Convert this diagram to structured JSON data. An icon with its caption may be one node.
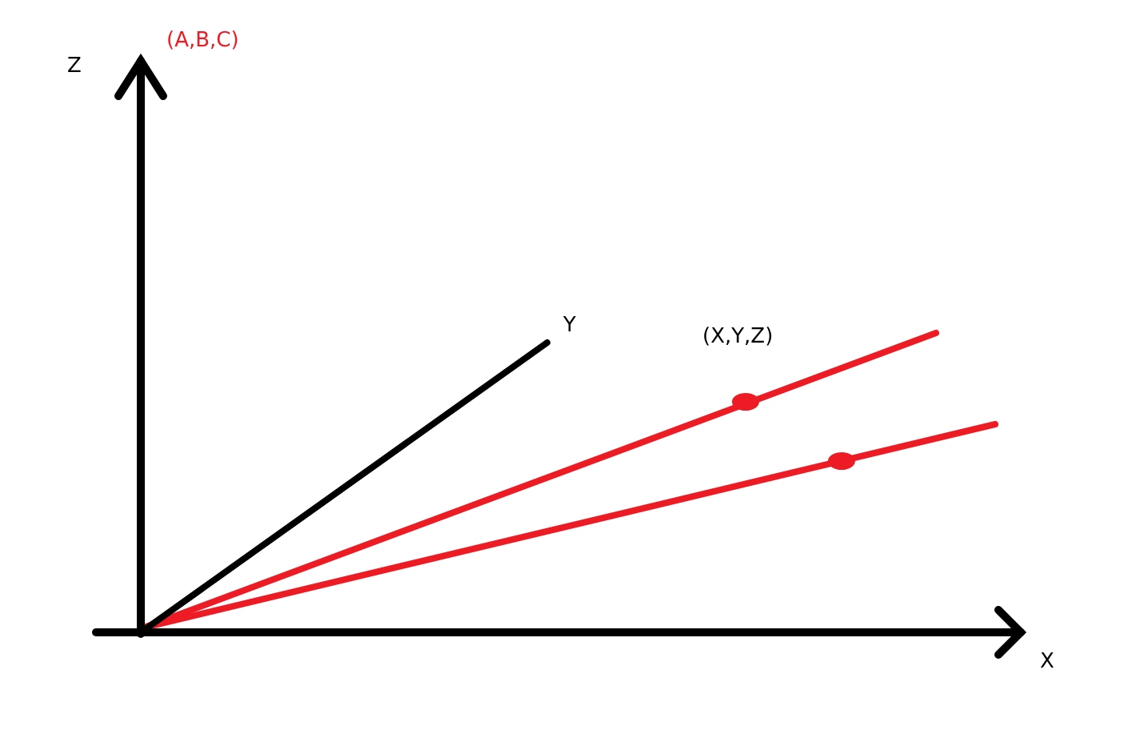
{
  "diagram": {
    "labels": [
      "(A,B,C)",
      "Z",
      "Y",
      "(X,Y,Z)",
      "X"
    ]
  }
}
